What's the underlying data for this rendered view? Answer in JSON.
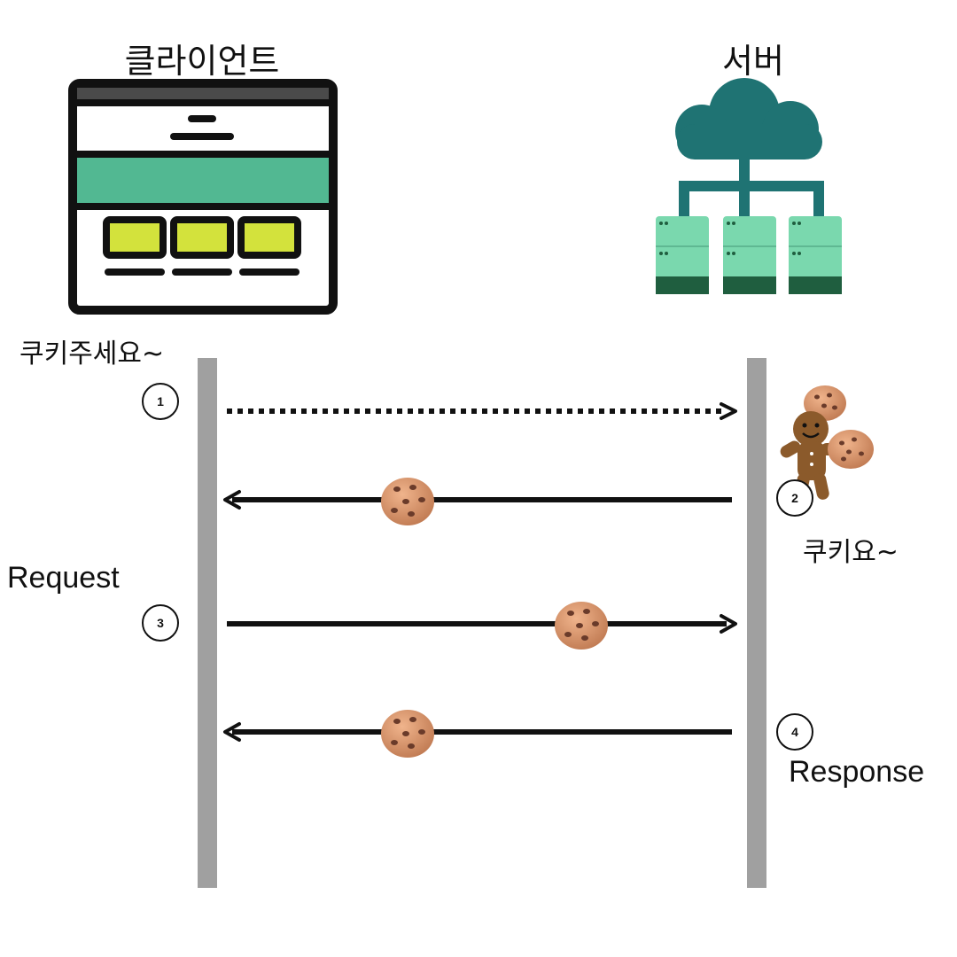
{
  "client": {
    "title": "클라이언트",
    "speech": "쿠키주세요~",
    "icon": "browser-window-icon"
  },
  "server": {
    "title": "서버",
    "speech": "쿠키요~",
    "icon": "cloud-server-icon"
  },
  "labels": {
    "request": "Request",
    "response": "Response"
  },
  "steps": [
    "1",
    "2",
    "3",
    "4"
  ],
  "colors": {
    "lifeline": "#a0a0a0",
    "browser_frame": "#111111",
    "browser_banner": "#52b892",
    "browser_tiles": "#d3e23c",
    "cloud": "#1f7373",
    "server_rack": "#7ad8ae",
    "server_rack_dark": "#1f5e3f",
    "cookie": "#d9946a",
    "cookie_chip": "#6a3b2a"
  },
  "messages": [
    {
      "step": "1",
      "direction": "client-to-server",
      "style": "dotted",
      "cookie": false
    },
    {
      "step": "2",
      "direction": "server-to-client",
      "style": "solid",
      "cookie": true
    },
    {
      "step": "3",
      "direction": "client-to-server",
      "style": "solid",
      "cookie": true
    },
    {
      "step": "4",
      "direction": "server-to-client",
      "style": "solid",
      "cookie": true
    }
  ]
}
